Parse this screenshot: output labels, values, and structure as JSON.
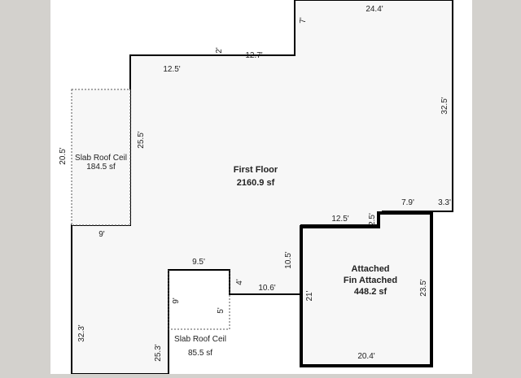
{
  "rooms": {
    "first_floor": {
      "name": "First Floor",
      "area": "2160.9 sf"
    },
    "attached": {
      "name": "Attached",
      "subname": "Fin Attached",
      "area": "448.2 sf"
    },
    "slab_upper": {
      "name": "Slab Roof Ceil",
      "area": "184.5 sf"
    },
    "slab_lower": {
      "name": "Slab Roof Ceil",
      "area": "85.5 sf"
    }
  },
  "dimensions": {
    "top_right": "24.4'",
    "step_small": "7'",
    "step_2": "2'",
    "top_mid": "12.7'",
    "top_left": "12.5'",
    "right_side": "32.5'",
    "left_upper": "25.5'",
    "slab_height": "20.5'",
    "left_step": "9'",
    "left_lower": "32.3'",
    "lower_slab_width": "9.5'",
    "lower_slab_side": "9'",
    "lower_slab_right": "5'",
    "lower_left_inner": "25.3'",
    "notch_4": "4'",
    "garage_top_left": "10.6'",
    "garage_side_upper": "10.5'",
    "garage_top": "12.5'",
    "garage_step": "2.5'",
    "garage_top_right": "7.9'",
    "right_step": "3.3'",
    "garage_left": "21'",
    "garage_right": "23.5'",
    "garage_bottom": "20.4'"
  }
}
